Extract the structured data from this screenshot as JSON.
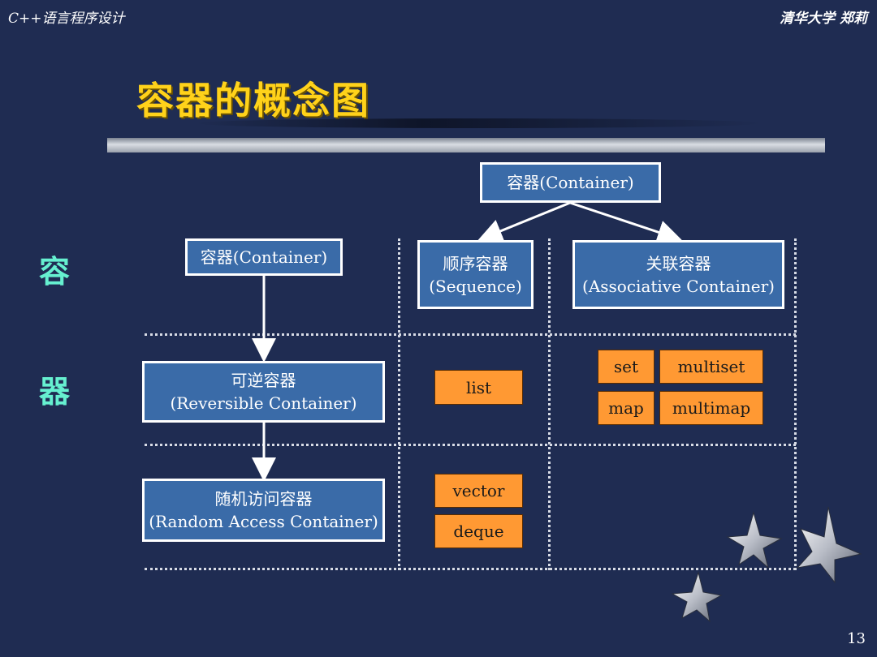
{
  "header": {
    "course": "C++语言程序设计",
    "author": "清华大学 郑莉"
  },
  "title": "容器的概念图",
  "side_labels": [
    "容",
    "器"
  ],
  "nodes": {
    "top": "容器(Container)",
    "container": "容器(Container)",
    "sequence": {
      "line1": "顺序容器",
      "line2": "(Sequence)"
    },
    "associative": {
      "line1": "关联容器",
      "line2": "(Associative  Container)"
    },
    "reversible": {
      "line1": "可逆容器",
      "line2": "(Reversible  Container)"
    },
    "random_access": {
      "line1": "随机访问容器",
      "line2": "(Random  Access  Container)"
    }
  },
  "leaves": {
    "list": "list",
    "set": "set",
    "multiset": "multiset",
    "map": "map",
    "multimap": "multimap",
    "vector": "vector",
    "deque": "deque"
  },
  "page_number": "13",
  "colors": {
    "background": "#1f2c52",
    "title": "#ffd21a",
    "side_label": "#66f0d0",
    "node_fill": "#3a6ba8",
    "leaf_fill": "#ff9933"
  }
}
